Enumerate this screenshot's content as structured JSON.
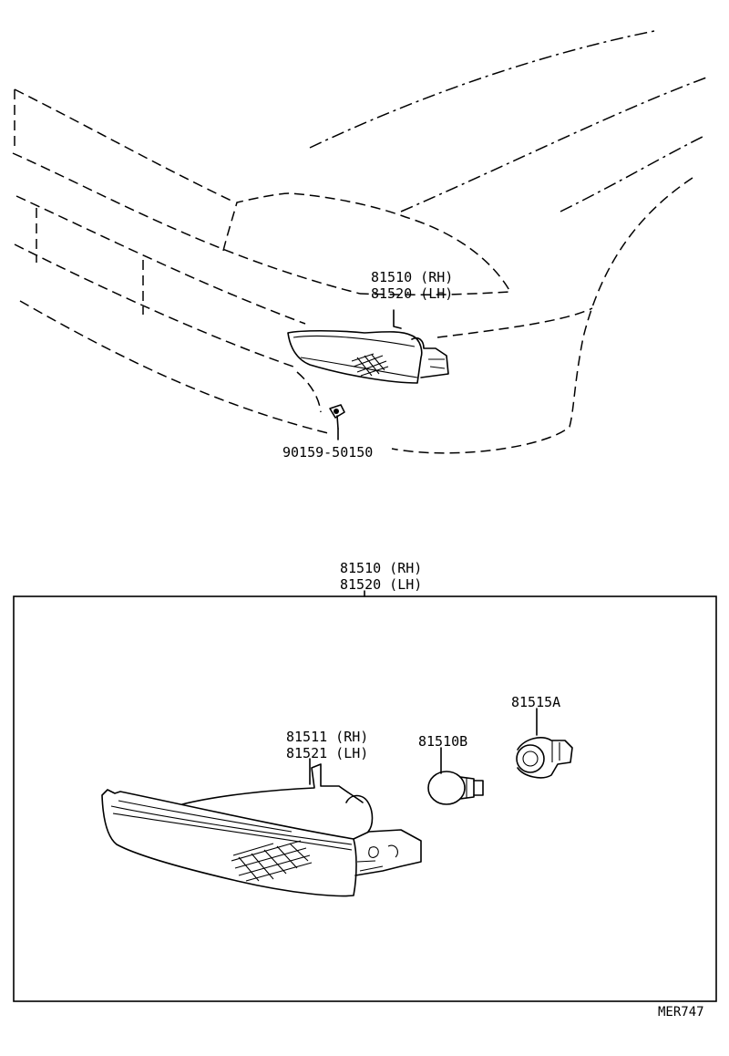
{
  "diagram_ref": "MER747",
  "upper_view": {
    "lamp_callout": {
      "line1": "81510 (RH)",
      "line2": "81520 (LH)"
    },
    "screw_callout": "90159-50150"
  },
  "detail_view": {
    "assembly_callout": {
      "line1": "81510 (RH)",
      "line2": "81520 (LH)"
    },
    "lens_housing_callout": {
      "line1": "81511 (RH)",
      "line2": "81521 (LH)"
    },
    "bulb_callout": "81510B",
    "socket_callout": "81515A"
  }
}
